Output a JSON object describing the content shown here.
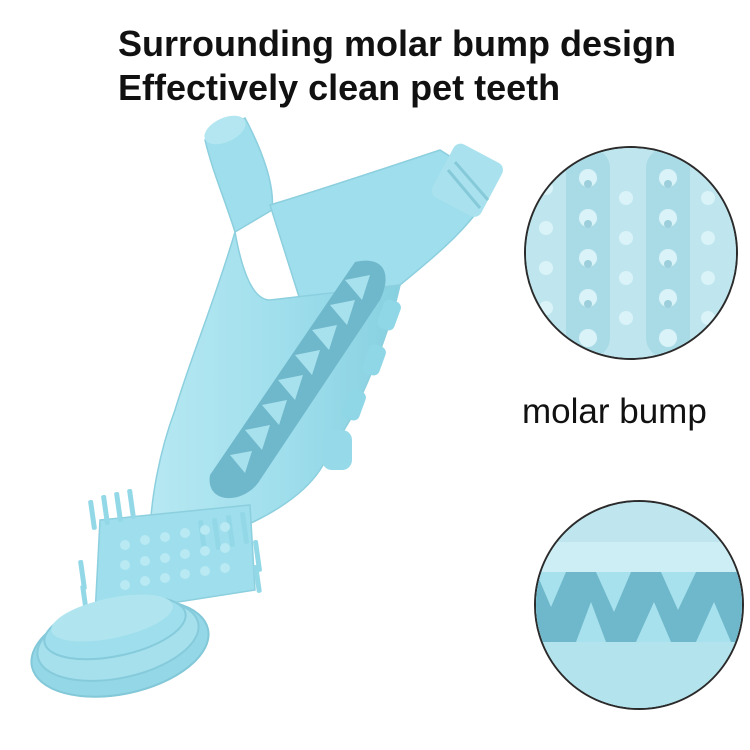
{
  "headline": {
    "line1": "Surrounding molar bump design",
    "line2": "Effectively clean pet teeth"
  },
  "caption": "molar bump",
  "colors": {
    "toy_main": "#9fdeec",
    "toy_shadow": "#7ccadb",
    "toy_light": "#c4ecf4",
    "cutout": "#6fb8cc"
  }
}
